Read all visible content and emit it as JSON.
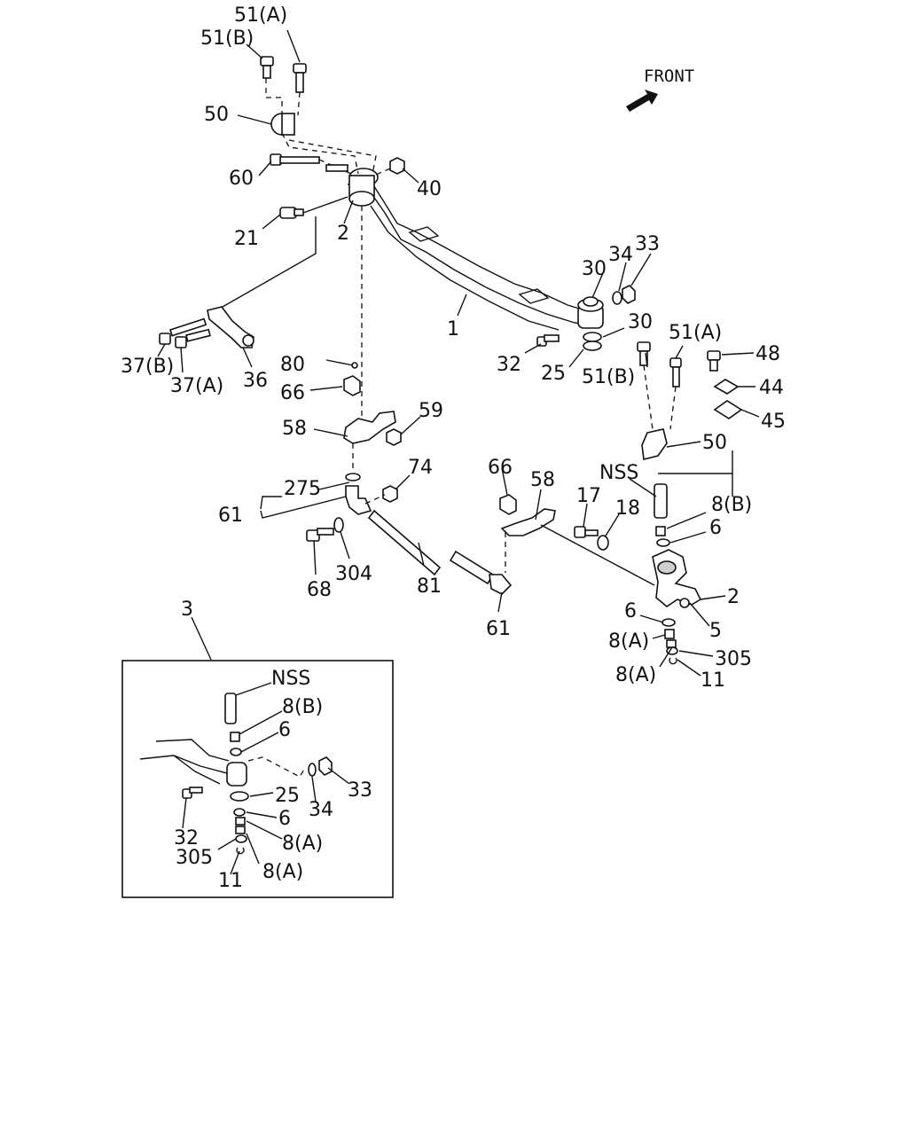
{
  "front_label": "FRONT",
  "callouts": {
    "c51a_top": "51(A)",
    "c51b_top": "51(B)",
    "c50_top": "50",
    "c60": "60",
    "c40": "40",
    "c21": "21",
    "c2_top": "2",
    "c1": "1",
    "c30_a": "30",
    "c34_top": "34",
    "c33_top": "33",
    "c30_b": "30",
    "c32_main": "32",
    "c25_main": "25",
    "c51b_right": "51(B)",
    "c51a_right": "51(A)",
    "c48": "48",
    "c44": "44",
    "c45": "45",
    "c50_right": "50",
    "c37b": "37(B)",
    "c37a": "37(A)",
    "c36": "36",
    "c80": "80",
    "c66_left": "66",
    "c58_left": "58",
    "c59": "59",
    "c74": "74",
    "c275": "275",
    "c61_left": "61",
    "c304": "304",
    "c68": "68",
    "c81": "81",
    "c66_mid": "66",
    "c58_mid": "58",
    "c61_mid": "61",
    "cNSS_main": "NSS",
    "c17": "17",
    "c18": "18",
    "c8b_main": "8(B)",
    "c6_main_a": "6",
    "c2_right": "2",
    "c6_main_b": "6",
    "c5": "5",
    "c8a_main_a": "8(A)",
    "c305_main": "305",
    "c8a_main_b": "8(A)",
    "c11_main": "11",
    "c3": "3"
  },
  "inset": {
    "nss": "NSS",
    "c8b": "8(B)",
    "c6_a": "6",
    "c25": "25",
    "c34": "34",
    "c33": "33",
    "c32": "32",
    "c6_b": "6",
    "c8a_a": "8(A)",
    "c305": "305",
    "c8a_b": "8(A)",
    "c11": "11"
  }
}
